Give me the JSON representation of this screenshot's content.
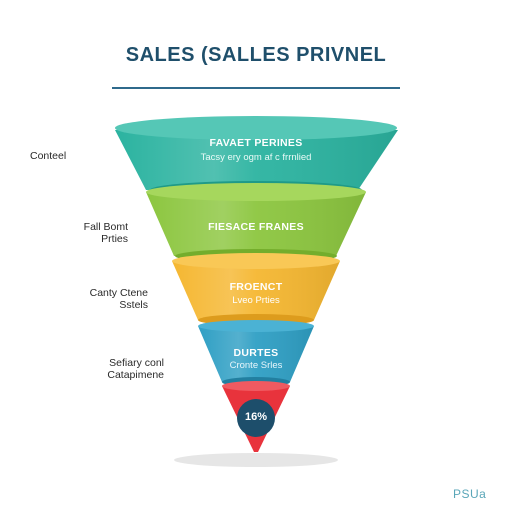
{
  "title": "SALES (SALLES PRIVNEL",
  "side_labels": {
    "l1": "Conteel",
    "l2a": "Fall Bomt",
    "l2b": "Prties",
    "l3a": "Canty Ctene",
    "l3b": "Sstels",
    "l4a": "Sefiary conl",
    "l4b": "Catapimene"
  },
  "stages": [
    {
      "title": "FAVAET PERINES",
      "subtitle": "Tacsy ery ogm af c frrnlied",
      "color": "#2bb3a0"
    },
    {
      "title": "FIESACE FRANES",
      "subtitle": "",
      "color": "#8cc63f"
    },
    {
      "title": "FROENCT",
      "subtitle": "Lveo Prties",
      "color": "#f5b731"
    },
    {
      "title": "DURTES",
      "subtitle": "Cronte Srles",
      "color": "#2f9fc4"
    },
    {
      "title": "",
      "subtitle": "",
      "color": "#e8333c"
    }
  ],
  "badge": {
    "value": "16%",
    "color": "#1d4e6b"
  },
  "watermark": "PSUa"
}
